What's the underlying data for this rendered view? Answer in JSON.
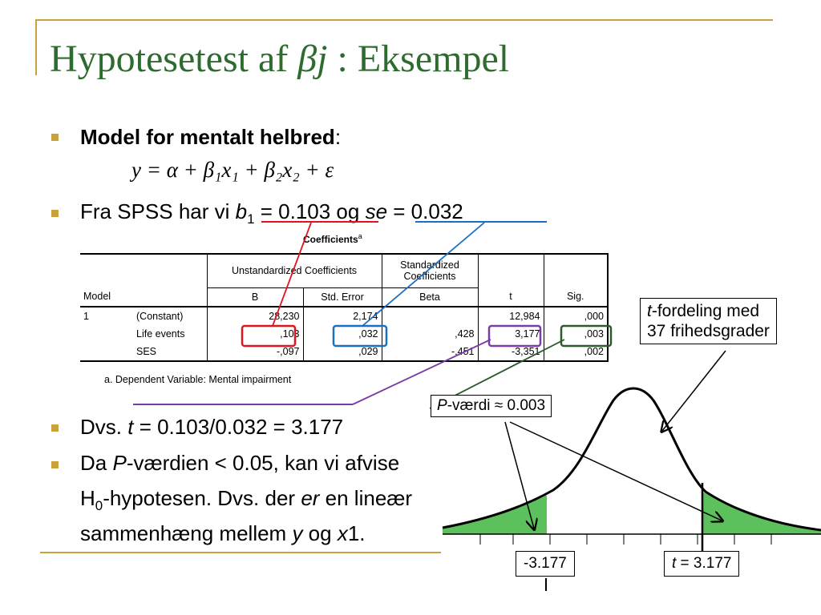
{
  "title": {
    "prefix": "Hypotesetest af ",
    "symbol": "βj",
    "suffix": " : Eksempel"
  },
  "bullets": {
    "b1": {
      "bold": "Model for mentalt helbred",
      "rest": ":"
    },
    "formula": "y = α + β₁x₁ + β₂x₂ + ε",
    "b2": {
      "pre": "Fra SPSS har vi ",
      "b": "b",
      "b_sub": "1",
      "b_val": " = 0.103",
      "og": " og ",
      "se": "se",
      "se_val": " = 0.032"
    },
    "b3": {
      "pre": "Dvs. ",
      "t": "t",
      "rest": " = 0.103/0.032 = 3.177"
    },
    "b4": {
      "l1_pre": "Da ",
      "l1_p": "P",
      "l1_rest": "-værdien < 0.05, kan vi afvise",
      "l2_h": "H",
      "l2_sub": "0",
      "l2_rest": "-hypotesen. Dvs. der ",
      "l2_er": "er",
      "l2_end": " en lineær",
      "l3_pre": "sammenhæng mellem ",
      "l3_y": "y",
      "l3_og": " og ",
      "l3_x": "x",
      "l3_end": "1."
    }
  },
  "spss": {
    "caption": "Coefficients",
    "caption_sup": "a",
    "hdr_model": "Model",
    "hdr_unstd": "Unstandardized Coefficients",
    "hdr_std": "Standardized Coefficients",
    "hdr_B": "B",
    "hdr_se": "Std. Error",
    "hdr_beta": "Beta",
    "hdr_t": "t",
    "hdr_sig": "Sig.",
    "rows": [
      {
        "model": "1",
        "name": "(Constant)",
        "B": "28,230",
        "se": "2,174",
        "beta": "",
        "t": "12,984",
        "sig": ",000"
      },
      {
        "model": "",
        "name": "Life events",
        "B": ",103",
        "se": ",032",
        "beta": ",428",
        "t": "3,177",
        "sig": ",003"
      },
      {
        "model": "",
        "name": "SES",
        "B": "-,097",
        "se": ",029",
        "beta": "-,451",
        "t": "-3,351",
        "sig": ",002"
      }
    ],
    "footnote": "a. Dependent Variable: Mental impairment"
  },
  "dist_label": {
    "t": "t",
    "rest1": "-fordeling med",
    "line2": "37 frihedsgrader"
  },
  "pvalue_label": {
    "p": "P",
    "rest": "-værdi ≈ 0.003"
  },
  "neg_label": "-3.177",
  "pos_label": {
    "t": "t",
    "rest": " = 3.177"
  },
  "colors": {
    "title": "#2e6b2e",
    "accent": "#c8a23a",
    "red": "#e0141e",
    "blue": "#1a6fbf",
    "purple": "#7a3aa8",
    "darkgreen": "#2b5a2b",
    "fill": "#5cc05c"
  }
}
